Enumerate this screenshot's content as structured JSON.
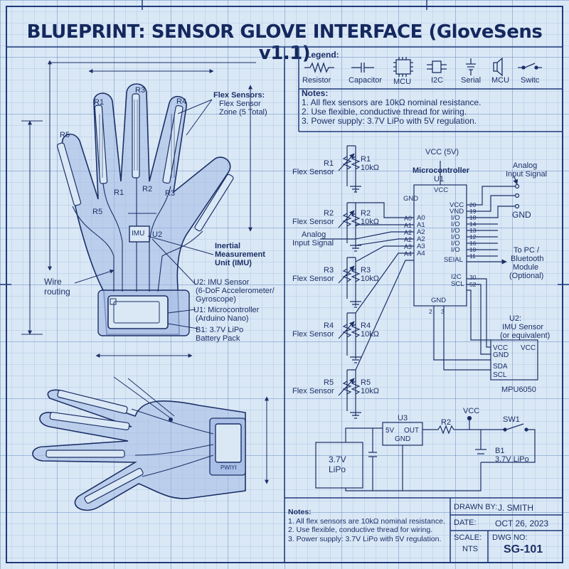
{
  "title": "BLUEPRINT: SENSOR GLOVE INTERFACE (GloveSens v1.1)",
  "legend": {
    "heading": "Legend:",
    "items": [
      "Resistor",
      "Capacitor",
      "MCU",
      "I2C",
      "Serial",
      "MCU",
      "Switc"
    ]
  },
  "notes_top": {
    "heading": "Notes:",
    "lines": [
      "1. All flex sensors are 10kΩ nominal resistance.",
      "2. Use flexible, conductive thread for wiring.",
      "3. Power supply: 3.7V LiPo with 5V regulation."
    ]
  },
  "glove": {
    "finger_labels_top": [
      "R1",
      "R3",
      "R4",
      "R5"
    ],
    "finger_labels_mid": [
      "R1",
      "R2",
      "R3",
      "R5"
    ],
    "imu_chip": "IMU",
    "u2_tag": "U2",
    "flex_heading": "Flex Sensors:",
    "flex_sub1": "Flex Sensor",
    "flex_sub2": "Zone (5 Total)",
    "imu_desc": [
      "Inertial",
      "Measurement",
      "Unit (IMU)"
    ],
    "wire_label": [
      "Wire",
      "routing"
    ],
    "u2_desc": [
      "U2: IMU Sensor",
      "(6-DoF Accelerometer/",
      "Gyroscope)"
    ],
    "u1_desc": [
      "U1: Microcontroller",
      "(Arduino Nano)"
    ],
    "b1_desc": [
      "B1: 3.7V LiPo",
      "Battery Pack"
    ],
    "side_tag": "PWIYI"
  },
  "schematic": {
    "vcc5": "VCC (5V)",
    "mcu_title": "Microcontroller",
    "mcu_ref": "U1",
    "mcu_vcc": "VCC",
    "left_pins": [
      "A0",
      "A1",
      "A2",
      "A2",
      "A3",
      "A4"
    ],
    "right_pins": [
      "VCC",
      "VND",
      "I/O",
      "I/O",
      "I/O",
      "I/O",
      "I/O",
      "I/O",
      "SEIAL"
    ],
    "right_nums": [
      "20",
      "19",
      "18",
      "14",
      "13",
      "12",
      "16",
      "10",
      "11"
    ],
    "i2c_pins": [
      "I2C",
      "SCL"
    ],
    "i2c_nums": [
      "30",
      "52"
    ],
    "gnd_pin": "GND",
    "bottom_nums": [
      "2",
      "3"
    ],
    "gnd_top": "GND",
    "sensors": [
      {
        "ref": "R1",
        "label": "Flex Sensor",
        "ref2": "R1",
        "value": "10kΩ"
      },
      {
        "ref": "R2",
        "label": "Flex Sensor",
        "ref2": "R2",
        "value": "10kΩ"
      },
      {
        "ref": "R3",
        "label": "Flex Sensor",
        "ref2": "R3",
        "value": "10kΩ"
      },
      {
        "ref": "R4",
        "label": "Flex Sensor",
        "ref2": "R4",
        "value": "10kΩ"
      },
      {
        "ref": "R5",
        "label": "Flex Sensor",
        "ref2": "R5",
        "value": "10kΩ"
      }
    ],
    "analog_in_left": [
      "Analog",
      "Input Signal"
    ],
    "analog_in_right": [
      "Analog",
      "Input Signal"
    ],
    "gnd_right": "GND",
    "to_pc": [
      "To PC /",
      "Bluetooth",
      "Module",
      "(Optional)"
    ],
    "u2_heading": [
      "U2:",
      "IMU Sensor",
      "(or equivalent)"
    ],
    "u2_pins": [
      "VCC",
      "GND",
      "SDA",
      "SCL"
    ],
    "u2_vcc": "VCC",
    "u2_part": "MPU6050",
    "battery": [
      "3.7V",
      "LiPo"
    ],
    "u3_ref": "U3",
    "u3_pins": [
      "5V",
      "OUT",
      "GND"
    ],
    "r2_ref": "R2",
    "vcc_label": "VCC",
    "sw_ref": "SW1",
    "b1": [
      "B1",
      "3.7V LiPo"
    ]
  },
  "notes_bottom": {
    "heading": "Notes:",
    "lines": [
      "1. All flex sensors are 10kΩ nominal resistance.",
      "2. Use flexible, conductive thread for wiring.",
      "3. Power supply: 3.7V LiPo with 5V regulation."
    ]
  },
  "title_block": {
    "drawn_label": "DRAWN BY:",
    "drawn_value": "J. SMITH",
    "date_label": "DATE:",
    "date_value": "OCT 26, 2023",
    "scale_label": "SCALE:",
    "scale_value": "NTS",
    "dwg_label": "DWG NO:",
    "dwg_value": "SG-101"
  },
  "colors": {
    "ink": "#1c2f66",
    "paper": "#dae8f6",
    "glove": "#9fb6e0"
  }
}
